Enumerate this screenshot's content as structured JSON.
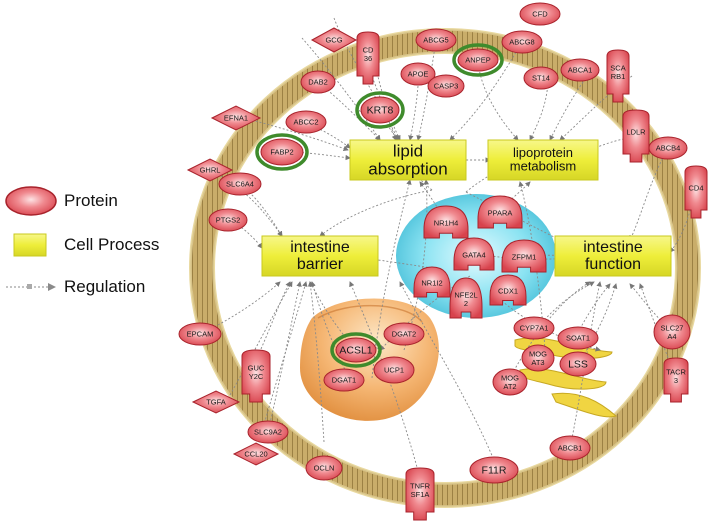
{
  "legend": {
    "protein": "Protein",
    "cell_process": "Cell Process",
    "regulation": "Regulation"
  },
  "processes": {
    "lipid_absorption": "lipid absorption",
    "lipoprotein_metabolism": "lipoprotein metabolism",
    "intestine_barrier": "intestine barrier",
    "intestine_function": "intestine function"
  },
  "nodes": {
    "cfd": "CFD",
    "abcg5": "ABCG5",
    "abcg8": "ABCG8",
    "gcg": "GCG",
    "cd36": "CD 36",
    "anpep": "ANPEP",
    "abca1": "ABCA1",
    "scarb1": "SCA RB1",
    "dab2": "DAB2",
    "apoe": "APOE",
    "st14": "ST14",
    "casp3": "CASP3",
    "efna1": "EFNA1",
    "abcc2": "ABCC2",
    "krt8": "KRT8",
    "ldlr": "LDLR",
    "abcb4": "ABCB4",
    "fabp2": "FABP2",
    "ghrl": "GHRL",
    "slc6a4": "SLC6A4",
    "cd4": "CD4",
    "ptgs2": "PTGS2",
    "nr1h4": "NR1H4",
    "ppara": "PPARA",
    "gata4": "GATA4",
    "zfpm1": "ZFPM1",
    "nr1i2": "NR1I2",
    "nfe2l2": "NFE2L 2",
    "cdx1": "CDX1",
    "epcam": "EPCAM",
    "dgat2": "DGAT2",
    "cyp7a1": "CYP7A1",
    "soat1": "SOAT1",
    "slc27a4": "SLC27 A4",
    "acsl1": "ACSL1",
    "mogat3": "MOG AT3",
    "lss": "LSS",
    "gucy2c": "GUC Y2C",
    "dgat1": "DGAT1",
    "ucp1": "UCP1",
    "mogat2": "MOG AT2",
    "tacr3": "TACR 3",
    "tgfa": "TGFA",
    "slc9a2": "SLC9A2",
    "abcb1": "ABCB1",
    "ccl20": "CCL20",
    "ocln": "OCLN",
    "f11r": "F11R",
    "tnfrsf1a": "TNFR SF1A"
  },
  "colors": {
    "protein_fill": "#e05a63",
    "protein_stroke": "#a8232c",
    "process_fill": "#f1f04a",
    "highlight_ring": "#3f8b2c",
    "membrane": "#c8ae6a",
    "nucleus": "#5fd0e6",
    "mitochondrion": "#f0a860",
    "golgi": "#f0d040"
  }
}
